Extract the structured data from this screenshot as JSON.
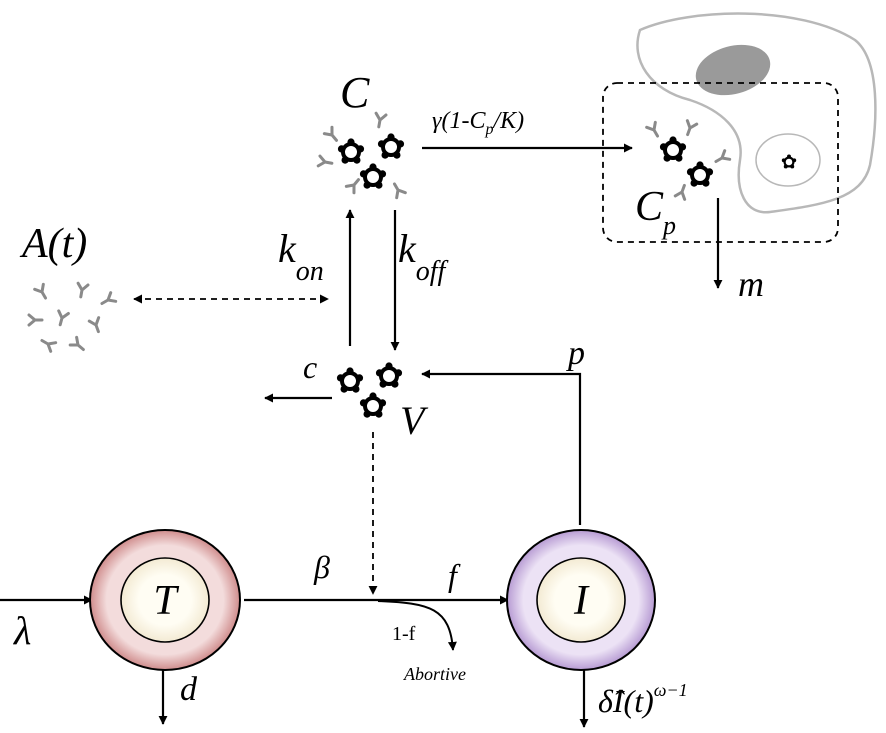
{
  "labels": {
    "C": "C",
    "Cp_main": "C",
    "Cp_sub": "p",
    "gamma": "γ(1-C",
    "gamma_sub": "p",
    "gamma_tail": "/K)",
    "m": "m",
    "A": "A(t)",
    "k_on_k": "k",
    "k_on_sub": "on",
    "k_off_k": "k",
    "k_off_sub": "off",
    "c": "c",
    "V": "V",
    "p": "p",
    "beta": "β",
    "f": "f",
    "one_minus_f": "1-f",
    "abortive": "Abortive",
    "T": "T",
    "I": "I",
    "lambda": "λ",
    "d": "d",
    "delta_hat": "δ̂I(t)",
    "delta_exp": "ω−1"
  },
  "colors": {
    "t_cell_outer": "#d99a9a",
    "t_cell_inner": "#fdf8ec",
    "i_cell_outer": "#c7b2dd",
    "i_cell_inner": "#fdf8ec",
    "tissue_outline": "#b8b8b8",
    "nucleus": "#9a9a9a",
    "antibody": "#8a8a8a"
  }
}
